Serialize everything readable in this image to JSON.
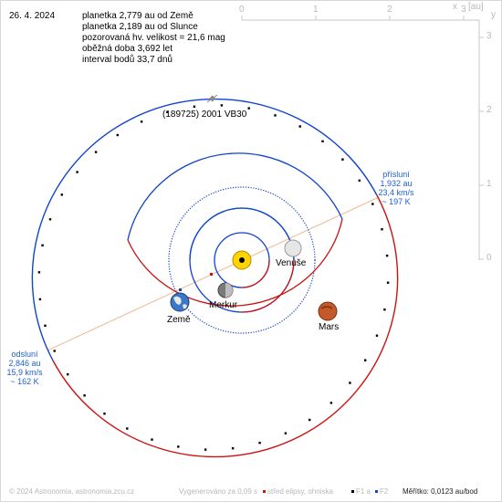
{
  "header": {
    "date": "26. 4. 2024",
    "info_lines": [
      "planetka 2,779 au od Země",
      "planetka 2,189 au od Slunce",
      "pozorovaná hv. velikost = 21,6 mag",
      "oběžná doba 3,692 let",
      "interval bodů 33,7 dnů"
    ]
  },
  "axes": {
    "unit": "[au]",
    "x_label": "x",
    "y_label": "y",
    "x_ticks": [
      "0",
      "1",
      "2",
      "3"
    ],
    "y_ticks": [
      "3",
      "2",
      "1",
      "0"
    ]
  },
  "asteroid": {
    "name": "(189725) 2001 VB30"
  },
  "planets": {
    "venus": "Venuše",
    "mercury": "Merkur",
    "earth": "Země",
    "mars": "Mars"
  },
  "perihelion": {
    "title": "přísluní",
    "distance": "1,932 au",
    "speed": "23,4 km/s",
    "temperature": "~ 197 K"
  },
  "aphelion": {
    "title": "odsluní",
    "distance": "2,846 au",
    "speed": "15,9 km/s",
    "temperature": "~ 162 K"
  },
  "footer": {
    "copyright": "© 2024 Astronomia, astronomia.zcu.cz",
    "generated": "Vygenerováno za 0,09 s",
    "legend_center": "střed elipsy, ohniska",
    "legend_f1": "F1 a",
    "legend_f2": "F2",
    "scale": "Měřítko: 0,0123 au/bod"
  },
  "colors": {
    "above_ecliptic": "#cc1111",
    "below_ecliptic": "#1144cc",
    "apsis_line": "#f0b890",
    "sun": "#ffd400",
    "axis": "#c8c8c8"
  }
}
